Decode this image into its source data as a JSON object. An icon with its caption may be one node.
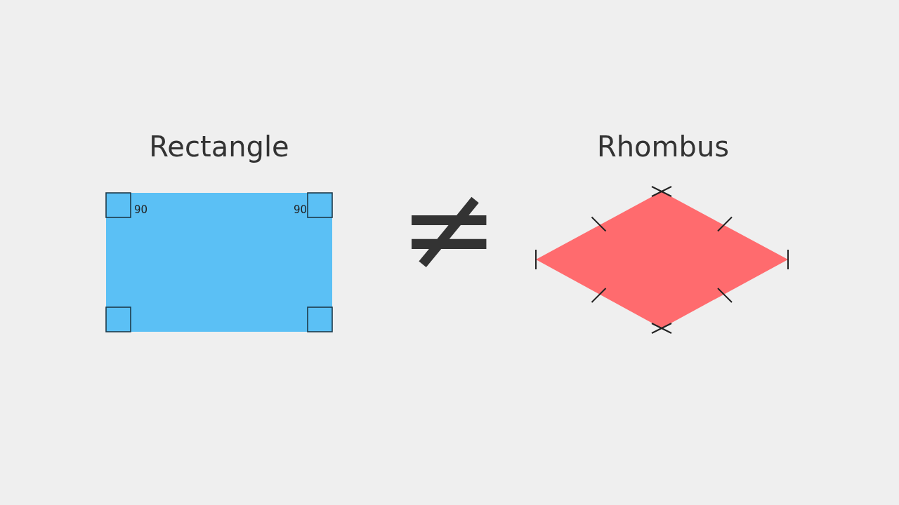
{
  "diagram": {
    "nodes": [
      {
        "text": [
          "Rectangle"
        ]
      },
      {
        "text": [
          "Rhombus"
        ]
      }
    ],
    "labels": [
      "90",
      "90",
      "≠"
    ]
  }
}
